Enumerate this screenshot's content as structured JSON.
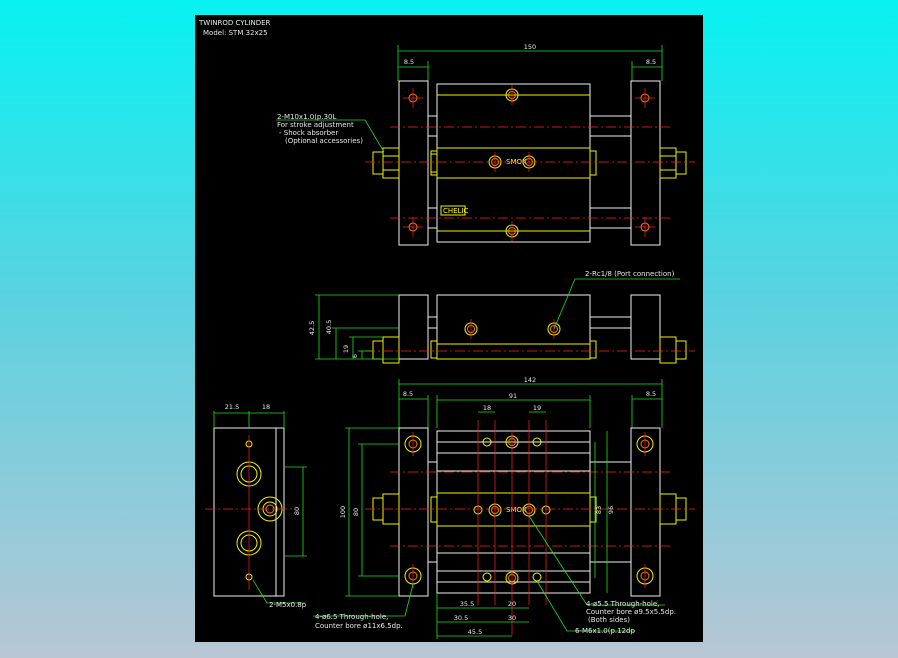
{
  "title_block": {
    "title": "TWINROD CYLINDER",
    "model": "Model: STM 32x25"
  },
  "top_view": {
    "dim_overall": "150",
    "dim_left": "8.5",
    "dim_right": "8.5",
    "note_line1": "2-M10x1.0(p.30L",
    "note_line2": "For stroke adjustment",
    "note_line3": "- Shock absorber",
    "note_line4": "(Optional accessories)",
    "brand_label": "SMOK",
    "plate_label": "CHELIC"
  },
  "side_view": {
    "port_note": "2-Rc1/8 (Port connection)",
    "dim_total_height": "42.5",
    "dim_mid": "40.5",
    "dim_low1": "19",
    "dim_low2": "6"
  },
  "front_view": {
    "dim_overall": "142",
    "dim_left": "8.5",
    "dim_right": "8.5",
    "dim_inner": "91",
    "dim_a": "18",
    "dim_b": "19",
    "dim_height_outer": "100",
    "dim_height_inner": "80",
    "dim_83": "83",
    "dim_96": "96",
    "dim_355": "35.5",
    "dim_20": "20",
    "dim_305": "30.5",
    "dim_30": "30",
    "dim_455": "45.5",
    "note_thru_line1": "4-ø6.5 Through-hole,",
    "note_thru_line2": "Counter bore ø11x6.5dp.",
    "note_cb_line1": "4-ø5.5 Through-hole,",
    "note_cb_line2": "Counter bore ø9.5x5.5dp.",
    "note_cb_line3": "(Both sides)",
    "note_tap": "6-M6x1.0(p.12dp",
    "brand_label": "SMOK"
  },
  "end_view": {
    "dim_215": "21.5",
    "dim_18": "18",
    "dim_80": "80",
    "note_tap": "2-M5x0.8p"
  }
}
